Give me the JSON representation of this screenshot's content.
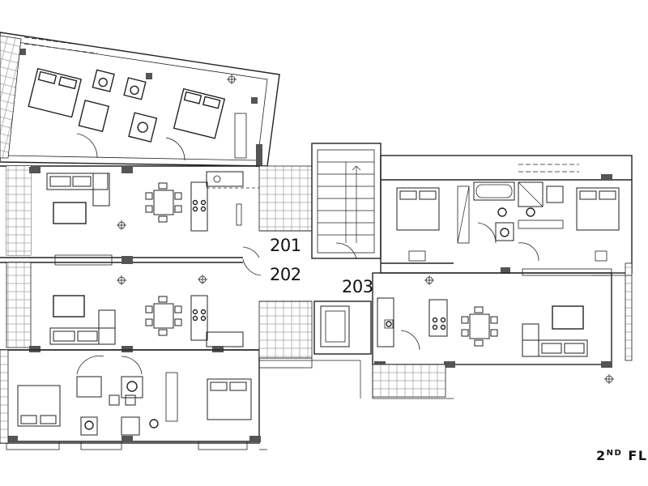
{
  "floor_plan": {
    "units": [
      {
        "label": "201"
      },
      {
        "label": "202"
      },
      {
        "label": "203"
      }
    ],
    "floor_label": {
      "number": "2",
      "suffix": "ND",
      "word": "FL"
    }
  },
  "colors": {
    "line": "#222222",
    "hatch": "#777777",
    "wall_fill": "#555555",
    "background": "#ffffff"
  }
}
